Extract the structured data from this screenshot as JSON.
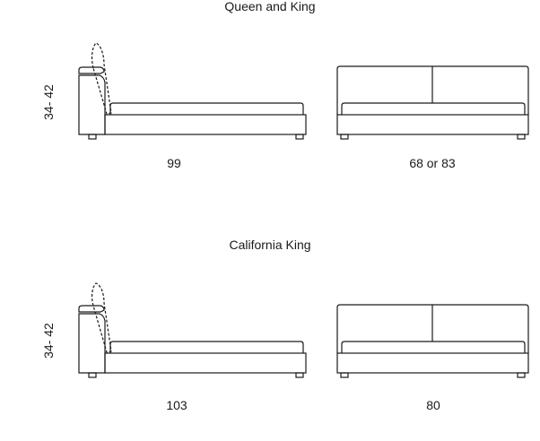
{
  "sections": [
    {
      "title": "Queen and King",
      "height_label": "34- 42",
      "side_length_label": "99",
      "front_width_label": "68 or 83"
    },
    {
      "title": "California King",
      "height_label": "34- 42",
      "side_length_label": "103",
      "front_width_label": "80"
    }
  ]
}
